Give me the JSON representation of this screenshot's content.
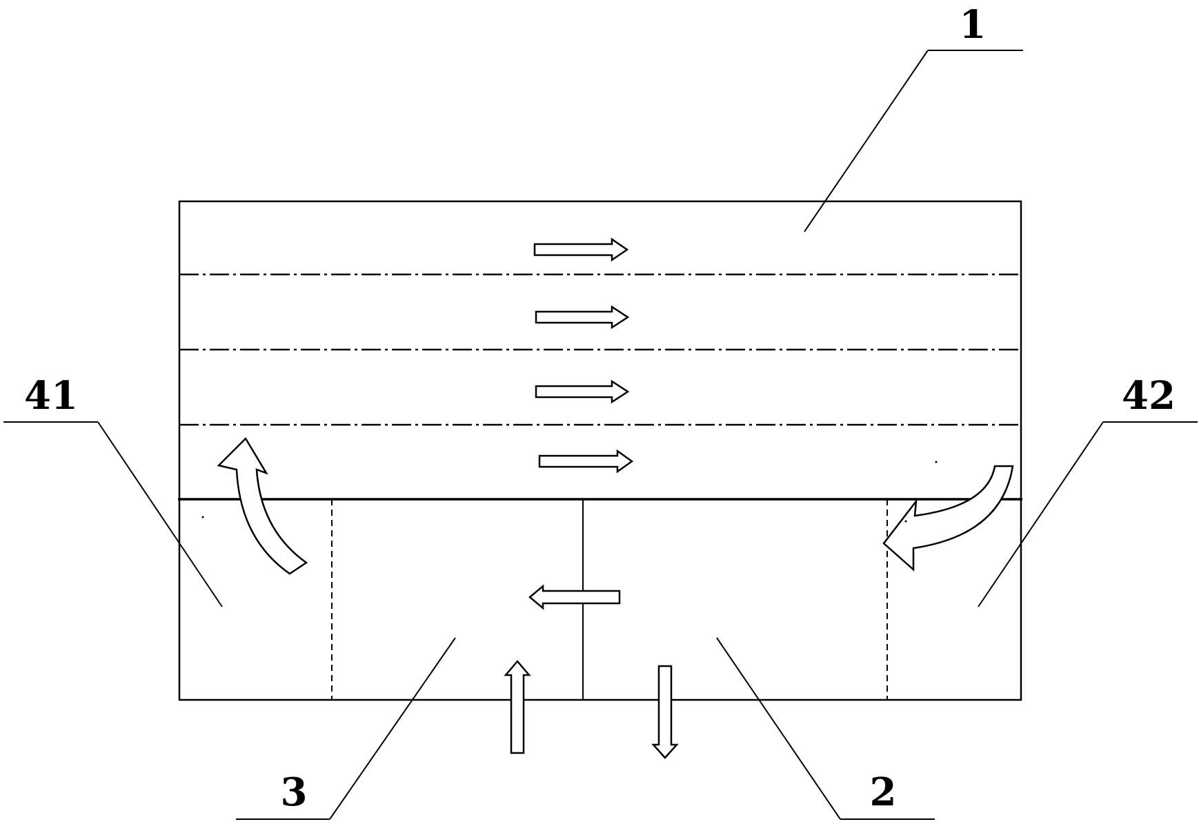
{
  "labels": {
    "part_1": "1",
    "part_2": "2",
    "part_3": "3",
    "part_41": "41",
    "part_42": "42"
  }
}
